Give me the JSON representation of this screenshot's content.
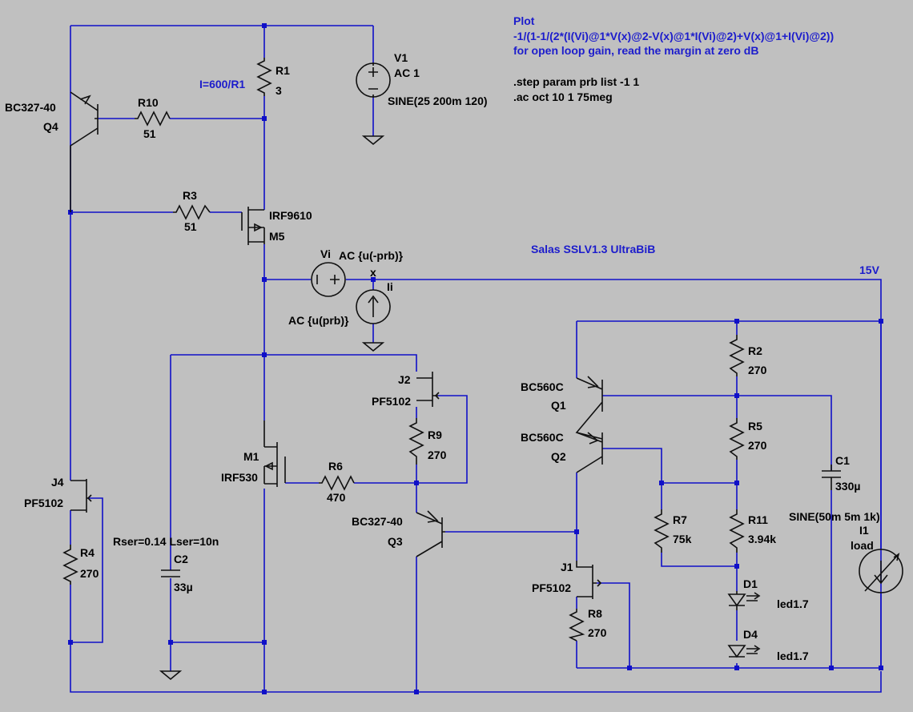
{
  "directive_lines": [
    "Plot",
    "-1/(1-1/(2*(I(Vi)@1*V(x)@2-V(x)@1*I(Vi)@2)+V(x)@1+I(Vi)@2))",
    "for open loop gain, read the margin at zero dB"
  ],
  "spice_lines": [
    ".step param prb list -1 1",
    ".ac oct 10 1 75meg"
  ],
  "circuit_title": "Salas SSLV1.3 UltraBiB",
  "nets": {
    "x": "x",
    "supply": "15V"
  },
  "r1_comment": "I=600/R1",
  "series_params": "Rser=0.14 Lser=10n",
  "components": {
    "V1": {
      "name": "V1",
      "ac": "AC 1",
      "value": "SINE(25 200m 120)"
    },
    "Vi": {
      "name": "Vi",
      "value": "AC {u(-prb)}"
    },
    "Ii": {
      "name": "Ii",
      "value": "AC {u(prb)}"
    },
    "I1": {
      "name": "I1",
      "value": "load",
      "func": "SINE(50m 5m 1k)"
    },
    "R1": {
      "name": "R1",
      "value": "3"
    },
    "R2": {
      "name": "R2",
      "value": "270"
    },
    "R3": {
      "name": "R3",
      "value": "51"
    },
    "R4": {
      "name": "R4",
      "value": "270"
    },
    "R5": {
      "name": "R5",
      "value": "270"
    },
    "R6": {
      "name": "R6",
      "value": "470"
    },
    "R7": {
      "name": "R7",
      "value": "75k"
    },
    "R8": {
      "name": "R8",
      "value": "270"
    },
    "R9": {
      "name": "R9",
      "value": "270"
    },
    "R10": {
      "name": "R10",
      "value": "51"
    },
    "R11": {
      "name": "R11",
      "value": "3.94k"
    },
    "C1": {
      "name": "C1",
      "value": "330µ"
    },
    "C2": {
      "name": "C2",
      "value": "33µ"
    },
    "D1": {
      "name": "D1",
      "value": "led1.7"
    },
    "D4": {
      "name": "D4",
      "value": "led1.7"
    },
    "Q1": {
      "name": "Q1",
      "model": "BC560C"
    },
    "Q2": {
      "name": "Q2",
      "model": "BC560C"
    },
    "Q3": {
      "name": "Q3",
      "model": "BC327-40"
    },
    "Q4": {
      "name": "Q4",
      "model": "BC327-40"
    },
    "M1": {
      "name": "M1",
      "model": "IRF530"
    },
    "M5": {
      "name": "M5",
      "model": "IRF9610"
    },
    "J1": {
      "name": "J1",
      "model": "PF5102"
    },
    "J2": {
      "name": "J2",
      "model": "PF5102"
    },
    "J4": {
      "name": "J4",
      "model": "PF5102"
    }
  }
}
